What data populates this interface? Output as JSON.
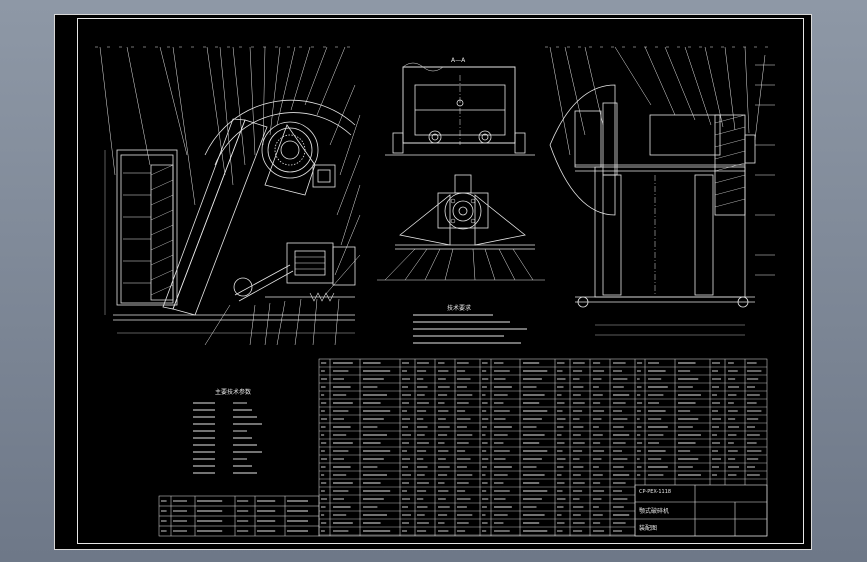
{
  "drawing": {
    "section_label": "A—A",
    "title_block_code": "CP-PEX-1118",
    "title_block_name": "颚式破碎机",
    "title_block_sheet": "装配图"
  },
  "tech_spec": {
    "heading": "主要技术参数"
  },
  "tech_requirements": {
    "heading": "技术要求"
  },
  "colors": {
    "background": "#7e8898",
    "paper": "#000000",
    "lines": "#e6e6e6"
  }
}
